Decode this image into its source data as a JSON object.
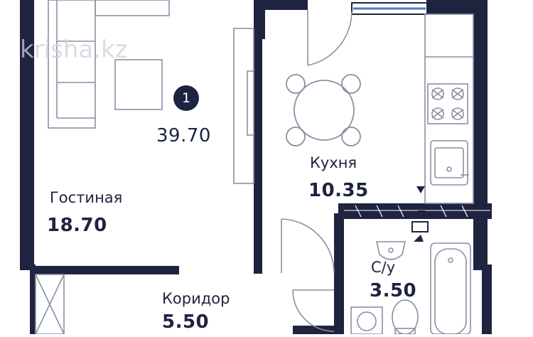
{
  "watermark": "krisha.kz",
  "apartment": {
    "badge": "1",
    "total_area": "39.70"
  },
  "rooms": {
    "living": {
      "name": "Гостиная",
      "area": "18.70"
    },
    "kitchen": {
      "name": "Кухня",
      "area": "10.35"
    },
    "bathroom": {
      "name": "С/у",
      "area": "3.50"
    },
    "corridor": {
      "name": "Коридор",
      "area": "5.50"
    }
  },
  "colors": {
    "wall": "#1e2340",
    "line": "#8a8fa3",
    "window": "#4a78c8",
    "background": "#ffffff"
  }
}
